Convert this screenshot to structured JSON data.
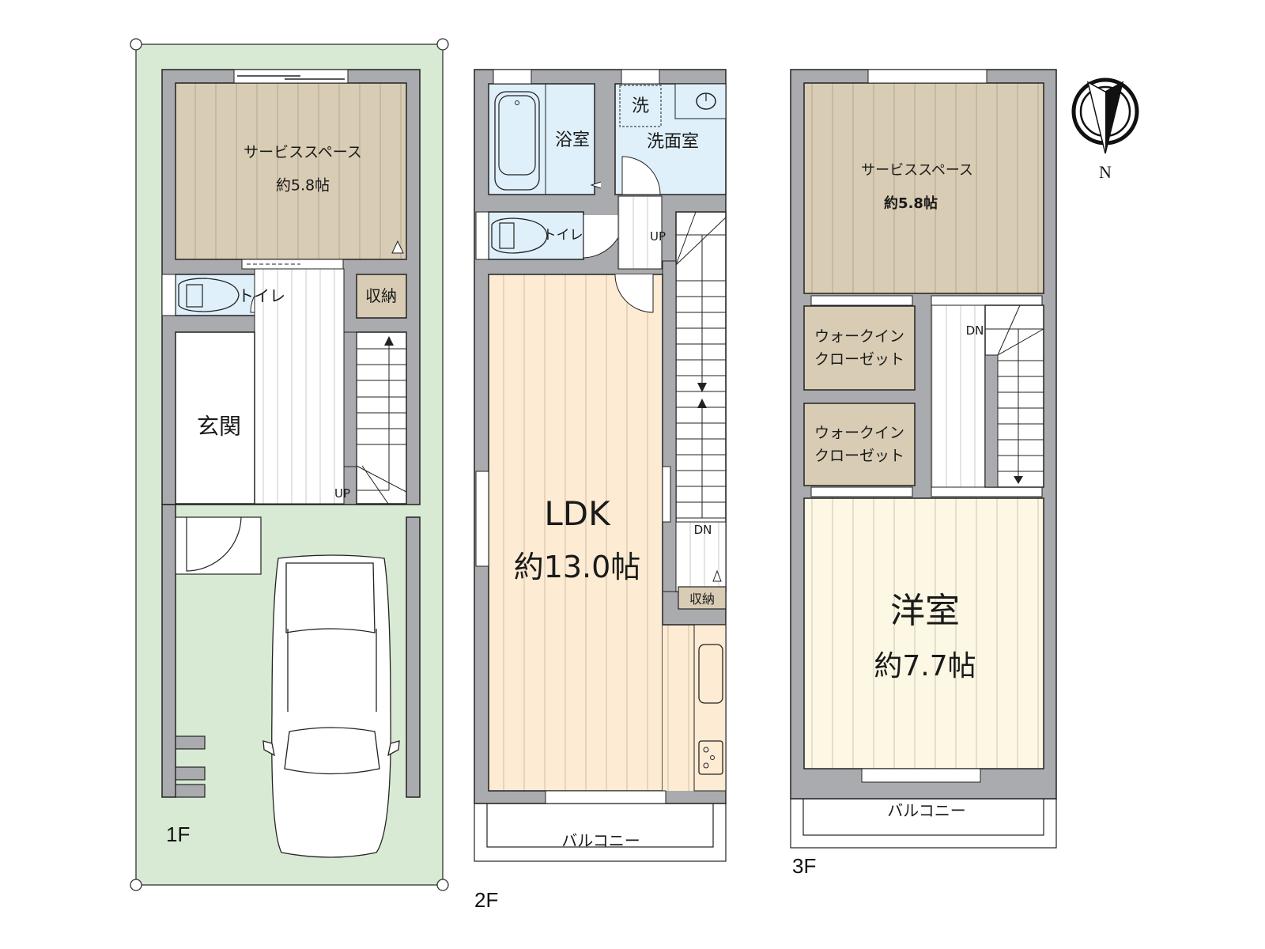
{
  "colors": {
    "lot_green": "#d8ead3",
    "wall_gray": "#a9abae",
    "service_space": "#d8ccb4",
    "ldk_floor": "#fdebd3",
    "western_room": "#fdf8e4",
    "wet_area_blue": "#dff0fb",
    "wood_line": "#b9b3a6",
    "outline": "#222222"
  },
  "floors": [
    {
      "id": "1F",
      "label": "1F",
      "rooms": [
        {
          "name": "サービススペース",
          "area": "約5.8帖"
        },
        {
          "name": "トイレ"
        },
        {
          "name": "収納"
        },
        {
          "name": "玄関"
        },
        {
          "name": "UP"
        }
      ]
    },
    {
      "id": "2F",
      "label": "2F",
      "rooms": [
        {
          "name": "浴室"
        },
        {
          "name": "洗"
        },
        {
          "name": "洗面室"
        },
        {
          "name": "トイレ"
        },
        {
          "name": "UP"
        },
        {
          "name": "LDK",
          "area": "約13.0帖"
        },
        {
          "name": "DN"
        },
        {
          "name": "収納"
        },
        {
          "name": "バルコニー"
        }
      ]
    },
    {
      "id": "3F",
      "label": "3F",
      "rooms": [
        {
          "name": "サービススペース",
          "area": "約5.8帖"
        },
        {
          "name": "ウォークイン\nクローゼット"
        },
        {
          "name": "DN"
        },
        {
          "name": "ウォークイン\nクローゼット"
        },
        {
          "name": "洋室",
          "area": "約7.7帖"
        },
        {
          "name": "バルコニー"
        }
      ]
    }
  ],
  "f1": {
    "service_name": "サービススペース",
    "service_area": "約5.8帖",
    "toilet": "トイレ",
    "storage": "収納",
    "entrance": "玄関",
    "up": "UP",
    "floor_label": "1F"
  },
  "f2": {
    "bath": "浴室",
    "washer": "洗",
    "washroom": "洗面室",
    "toilet": "トイレ",
    "up": "UP",
    "ldk_name": "LDK",
    "ldk_area": "約13.0帖",
    "dn": "DN",
    "storage": "収納",
    "balcony": "バルコニー",
    "floor_label": "2F"
  },
  "f3": {
    "service_name": "サービススペース",
    "service_area": "約5.8帖",
    "wic1_line1": "ウォークイン",
    "wic1_line2": "クローゼット",
    "wic2_line1": "ウォークイン",
    "wic2_line2": "クローゼット",
    "dn": "DN",
    "western_name": "洋室",
    "western_area": "約7.7帖",
    "balcony": "バルコニー",
    "floor_label": "3F"
  },
  "compass": {
    "icon": "north-arrow-icon",
    "label": "N"
  }
}
